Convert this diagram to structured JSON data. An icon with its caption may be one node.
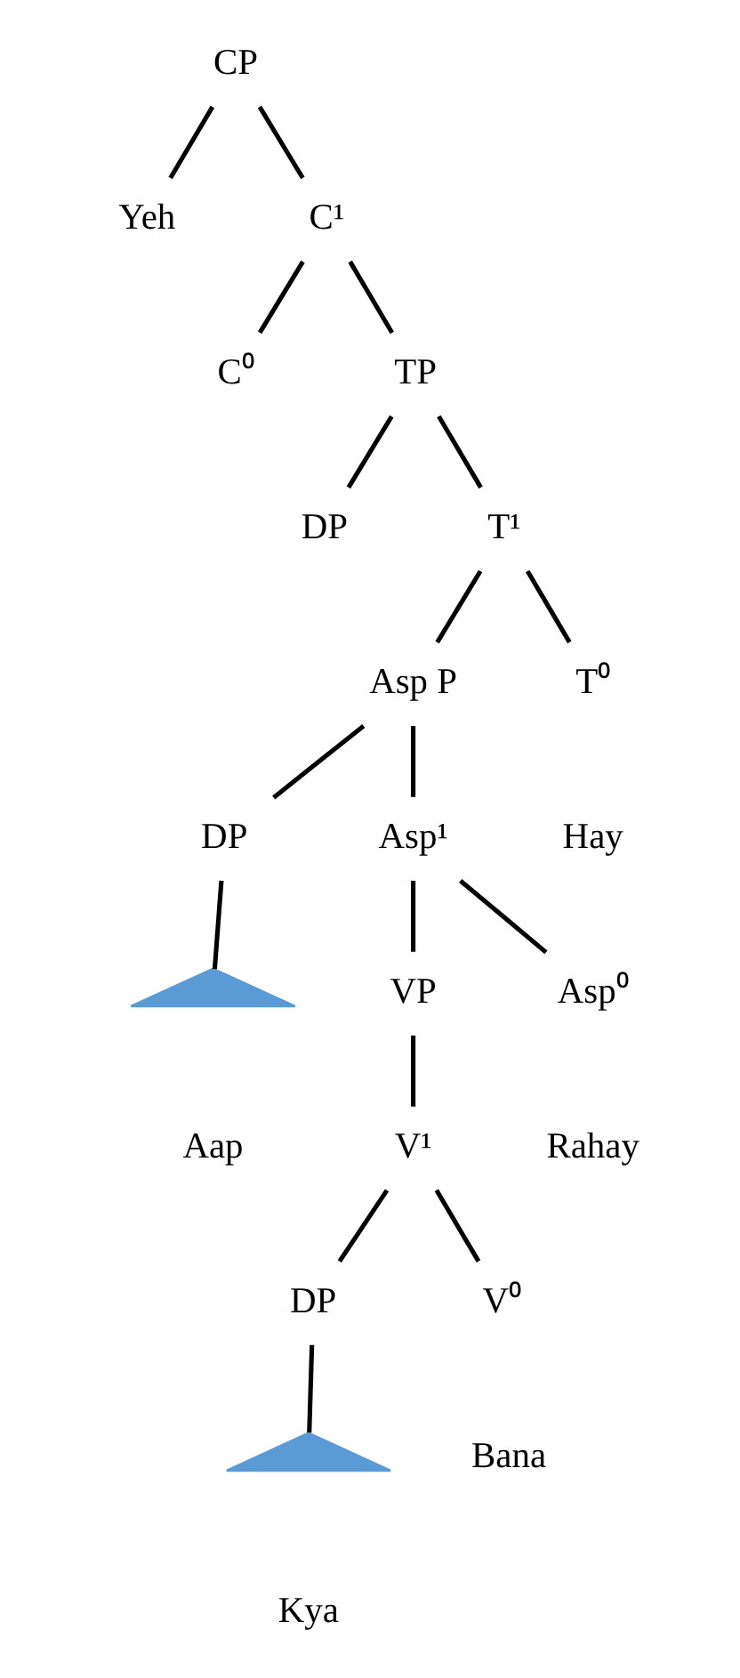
{
  "diagram": {
    "nodes": [
      {
        "text": [
          "CP"
        ]
      },
      {
        "text": [
          "Yeh"
        ]
      },
      {
        "text": [
          "C¹"
        ]
      },
      {
        "text": [
          "C⁰"
        ]
      },
      {
        "text": [
          "TP"
        ]
      },
      {
        "text": [
          "DP"
        ]
      },
      {
        "text": [
          "T¹"
        ]
      },
      {
        "text": [
          "Asp P"
        ]
      },
      {
        "text": [
          "T⁰"
        ],
        "beside": [
          "Hay"
        ]
      },
      {
        "text": [
          "DP"
        ]
      },
      {
        "text": [],
        "shape": "triangle",
        "beside": [
          "Aap"
        ]
      },
      {
        "text": [
          "Asp¹"
        ]
      },
      {
        "text": [
          "VP"
        ]
      },
      {
        "text": [
          "Asp⁰"
        ],
        "beside": [
          "Rahay"
        ]
      },
      {
        "text": [
          "V¹"
        ]
      },
      {
        "text": [
          "DP"
        ]
      },
      {
        "text": [],
        "shape": "triangle",
        "beside": [
          "Kya"
        ]
      },
      {
        "text": [
          "V⁰"
        ],
        "beside": [
          "Bana"
        ]
      }
    ],
    "edges": [
      {
        "from": 0,
        "to": 1,
        "arrow": "none"
      },
      {
        "from": 0,
        "to": 2,
        "arrow": "none"
      },
      {
        "from": 2,
        "to": 3,
        "arrow": "none"
      },
      {
        "from": 2,
        "to": 4,
        "arrow": "none"
      },
      {
        "from": 4,
        "to": 5,
        "arrow": "none"
      },
      {
        "from": 4,
        "to": 6,
        "arrow": "none"
      },
      {
        "from": 6,
        "to": 7,
        "arrow": "none"
      },
      {
        "from": 6,
        "to": 8,
        "arrow": "none"
      },
      {
        "from": 7,
        "to": 9,
        "arrow": "none"
      },
      {
        "from": 9,
        "to": 10,
        "arrow": "none"
      },
      {
        "from": 7,
        "to": 11,
        "arrow": "none"
      },
      {
        "from": 11,
        "to": 12,
        "arrow": "none"
      },
      {
        "from": 11,
        "to": 13,
        "arrow": "none"
      },
      {
        "from": 12,
        "to": 14,
        "arrow": "none"
      },
      {
        "from": 14,
        "to": 15,
        "arrow": "none"
      },
      {
        "from": 15,
        "to": 16,
        "arrow": "none"
      },
      {
        "from": 14,
        "to": 17,
        "arrow": "none"
      }
    ]
  }
}
